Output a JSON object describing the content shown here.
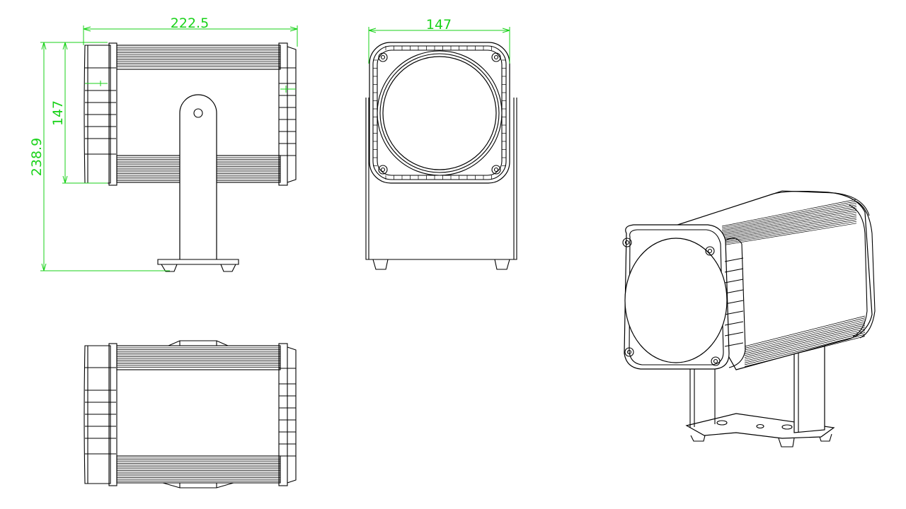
{
  "drawing": {
    "dimensions": {
      "side_width": "222.5",
      "front_width": "147",
      "body_height": "147",
      "total_height": "238.9"
    },
    "colors": {
      "line": "#000000",
      "dimension": "#19d219",
      "background": "#ffffff"
    }
  }
}
